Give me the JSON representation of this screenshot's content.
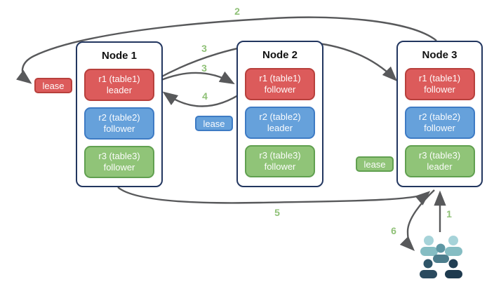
{
  "diagram": {
    "nodes": [
      {
        "title": "Node 1",
        "replicas": [
          {
            "label": "r1 (table1)",
            "role": "leader",
            "color": "#DC5B5B"
          },
          {
            "label": "r2 (table2)",
            "role": "follower",
            "color": "#66A1DB"
          },
          {
            "label": "r3 (table3)",
            "role": "follower",
            "color": "#90C478"
          }
        ]
      },
      {
        "title": "Node 2",
        "replicas": [
          {
            "label": "r1 (table1)",
            "role": "follower",
            "color": "#DC5B5B"
          },
          {
            "label": "r2 (table2)",
            "role": "leader",
            "color": "#66A1DB"
          },
          {
            "label": "r3 (table3)",
            "role": "follower",
            "color": "#90C478"
          }
        ]
      },
      {
        "title": "Node 3",
        "replicas": [
          {
            "label": "r1 (table1)",
            "role": "follower",
            "color": "#DC5B5B"
          },
          {
            "label": "r2 (table2)",
            "role": "follower",
            "color": "#66A1DB"
          },
          {
            "label": "r3 (table3)",
            "role": "leader",
            "color": "#90C478"
          }
        ]
      }
    ],
    "leases": [
      {
        "label": "lease",
        "color": "#DC5B5B"
      },
      {
        "label": "lease",
        "color": "#66A1DB"
      },
      {
        "label": "lease",
        "color": "#90C478"
      }
    ],
    "arrows": [
      {
        "label": "1",
        "from": "users",
        "to": "node3-r3-leader"
      },
      {
        "label": "2",
        "from": "node3",
        "to": "lease-red"
      },
      {
        "label": "3",
        "from": "node1-r1-leader",
        "to": "node3-r1-follower"
      },
      {
        "label": "3",
        "from": "node1-r1-leader",
        "to": "node2-r1-follower"
      },
      {
        "label": "4",
        "from": "node2-r1-follower",
        "to": "node1-r1-leader"
      },
      {
        "label": "5",
        "from": "node1",
        "to": "node3"
      },
      {
        "label": "6",
        "from": "node3-r3-leader",
        "to": "users"
      }
    ],
    "palette": {
      "node_border": "#22365F",
      "replica_red": "#DC5B5B",
      "replica_blue": "#66A1DB",
      "replica_green": "#90C478",
      "arrow_gray": "#58595B",
      "step_label_green": "#8FC177",
      "users_light_teal": "#A6D3D9",
      "users_mid_teal": "#4C7D8C",
      "users_dark_navy": "#2A4A5E"
    }
  }
}
